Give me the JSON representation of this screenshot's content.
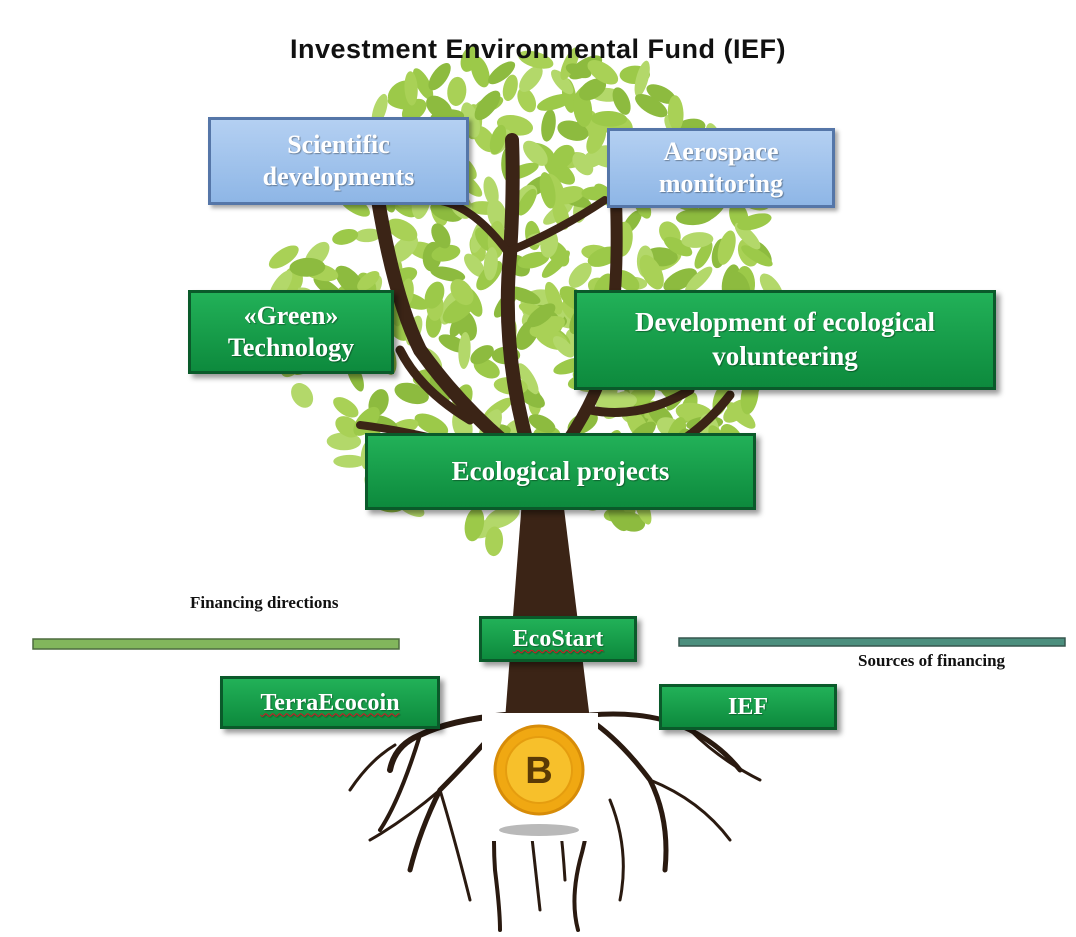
{
  "title": "Investment Environmental Fund (IEF)",
  "boxes": {
    "scientific": [
      "Scientific",
      "developments"
    ],
    "aerospace": [
      "Aerospace",
      "monitoring"
    ],
    "green_tech": [
      "«Green»",
      "Technology"
    ],
    "volunteering": [
      "Development of ecological",
      "volunteering"
    ],
    "ecological_projects": "Ecological projects",
    "ecostart": "EcoStart",
    "terraecocoin": "TerraEcocoin",
    "ief": "IEF"
  },
  "labels": {
    "financing_directions": "Financing directions",
    "sources_of_financing": "Sources of financing"
  },
  "colors": {
    "box_blue": "#9dc1ec",
    "box_green": "#16a04a",
    "leaf_green": "#9cc949",
    "trunk_brown": "#3b2416",
    "coin_gold": "#f5b519",
    "line_green": "#82b65c",
    "line_teal": "#4c8f7e"
  },
  "icons": {
    "coin": "bitcoin-coin-icon",
    "tree": "tree-illustration"
  },
  "coin_symbol": "B"
}
